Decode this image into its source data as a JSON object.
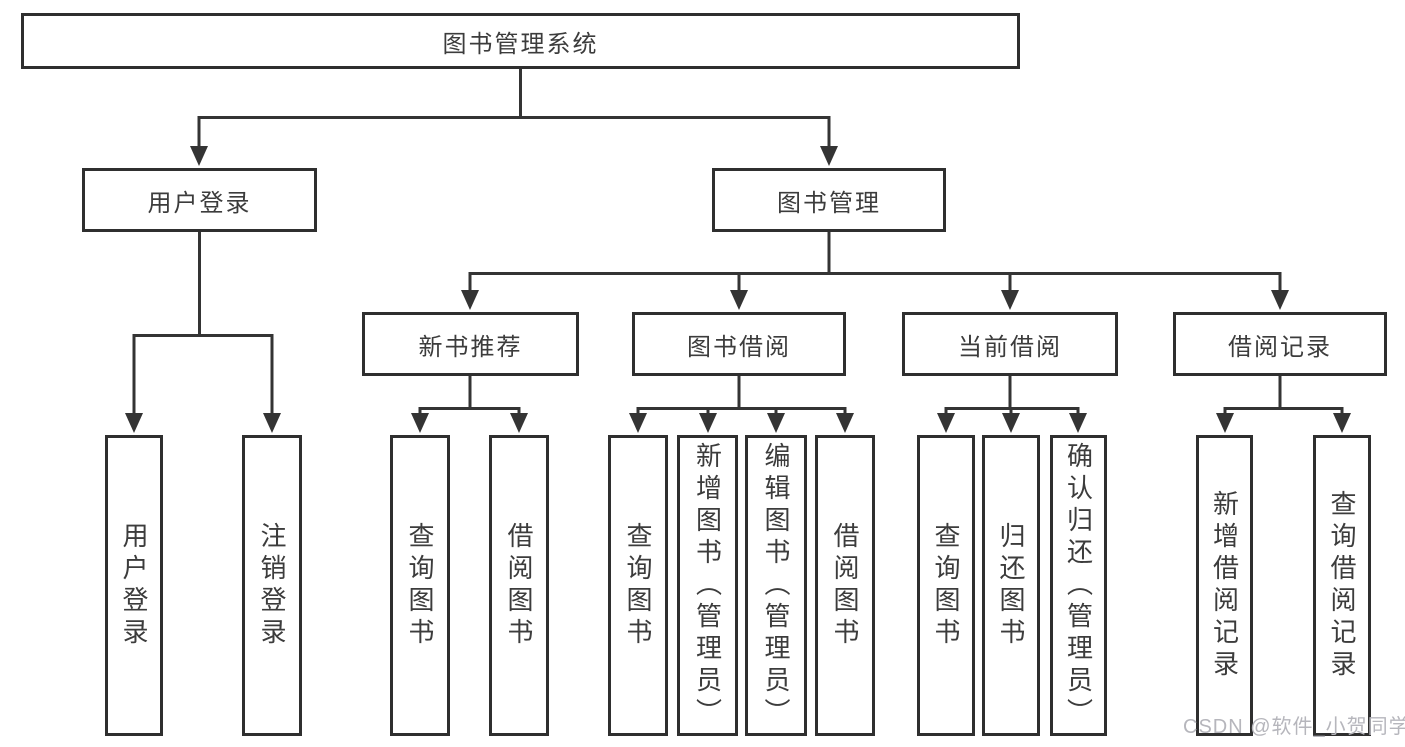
{
  "tree": {
    "root": {
      "label": "图书管理系统"
    },
    "children": [
      {
        "label": "用户登录",
        "children": [
          {
            "label": "用户登录"
          },
          {
            "label": "注销登录"
          }
        ]
      },
      {
        "label": "图书管理",
        "children": [
          {
            "label": "新书推荐",
            "children": [
              {
                "label": "查询图书"
              },
              {
                "label": "借阅图书"
              }
            ]
          },
          {
            "label": "图书借阅",
            "children": [
              {
                "label": "查询图书"
              },
              {
                "label": "新增图书（管理员）"
              },
              {
                "label": "编辑图书（管理员）"
              },
              {
                "label": "借阅图书"
              }
            ]
          },
          {
            "label": "当前借阅",
            "children": [
              {
                "label": "查询图书"
              },
              {
                "label": "归还图书"
              },
              {
                "label": "确认归还（管理员）"
              }
            ]
          },
          {
            "label": "借阅记录",
            "children": [
              {
                "label": "新增借阅记录"
              },
              {
                "label": "查询借阅记录"
              }
            ]
          }
        ]
      }
    ]
  },
  "watermark": "CSDN @软件_小贺同学",
  "colors": {
    "line": "#343434",
    "text": "#3c3c3c",
    "background": "#ffffff",
    "watermark": "#b6b6bc"
  }
}
